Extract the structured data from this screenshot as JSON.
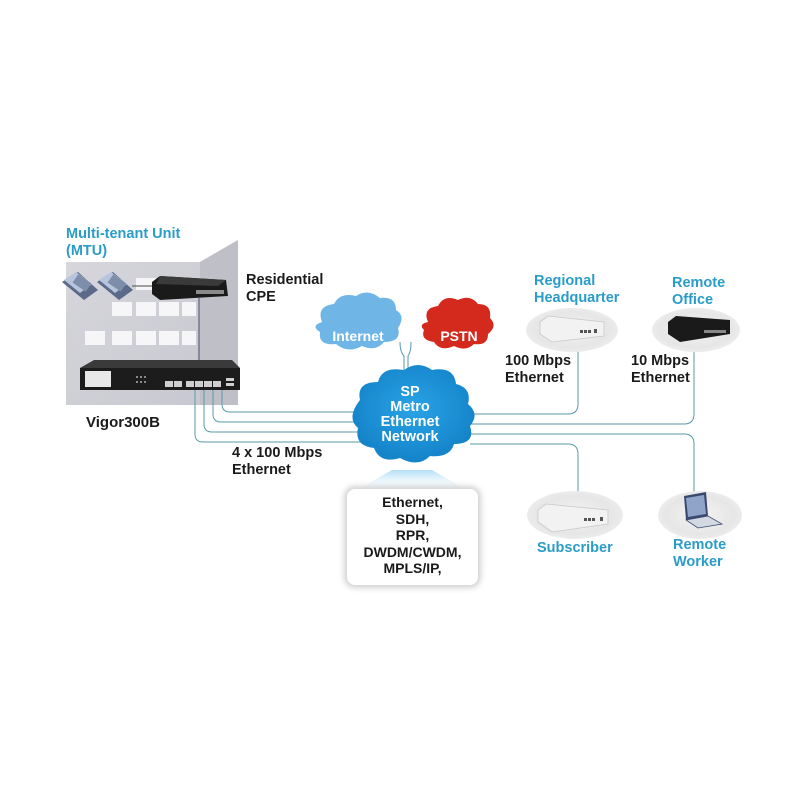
{
  "mtu": {
    "title_line1": "Multi-tenant Unit",
    "title_line2": "(MTU)",
    "device_label": "Vigor300B",
    "cpe_label_line1": "Residential",
    "cpe_label_line2": "CPE",
    "uplink_label_line1": "4 x 100 Mbps",
    "uplink_label_line2": "Ethernet",
    "phone_icon": "telephone-icon",
    "router_icon": "router-icon"
  },
  "clouds": {
    "internet": "Internet",
    "pstn": "PSTN",
    "core_line1": "SP",
    "core_line2": "Metro",
    "core_line3": "Ethernet",
    "core_line4": "Network"
  },
  "technologies": [
    "Ethernet,",
    "SDH,",
    "RPR,",
    "DWDM/CWDM,",
    "MPLS/IP,"
  ],
  "sites": {
    "regional_hq": {
      "line1": "Regional",
      "line2": "Headquarter",
      "link_line1": "100 Mbps",
      "link_line2": "Ethernet",
      "icon": "router-icon"
    },
    "remote_office": {
      "line1": "Remote",
      "line2": "Office",
      "link_line1": "10 Mbps",
      "link_line2": "Ethernet",
      "icon": "router-icon"
    },
    "subscriber": {
      "line1": "Subscriber",
      "icon": "router-icon"
    },
    "remote_worker": {
      "line1": "Remote",
      "line2": "Worker",
      "icon": "laptop-icon"
    }
  },
  "colors": {
    "label_blue": "#2a9cc8",
    "core_cloud": "#1a8fd6",
    "internet_cloud": "#6fb6e6",
    "pstn_cloud": "#d42a1e",
    "link_line": "#5a9aa8"
  }
}
